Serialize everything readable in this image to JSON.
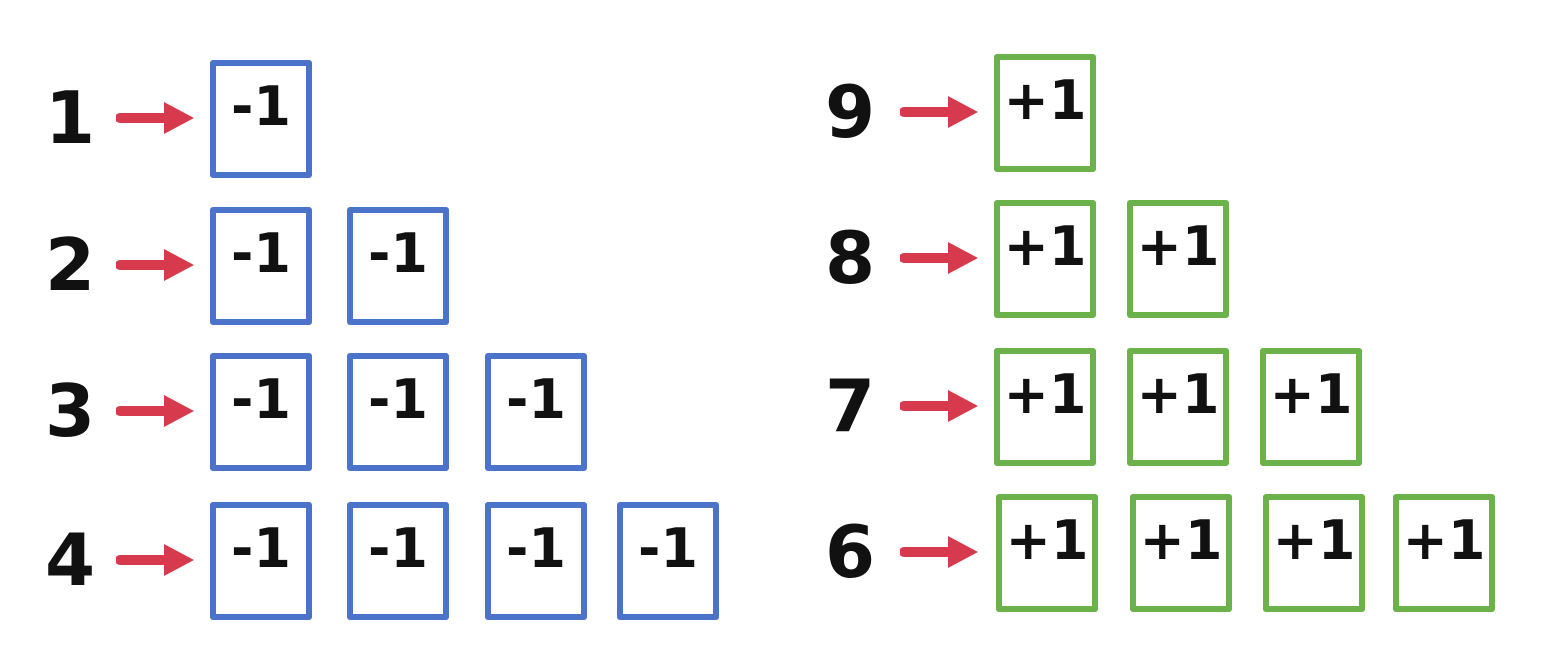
{
  "colors": {
    "negative_box": "#4a73c9",
    "positive_box": "#6bb24a",
    "arrow": "#d63a4c",
    "text": "#111111"
  },
  "left_group": {
    "rows": [
      {
        "number": "1",
        "values": [
          "-1"
        ]
      },
      {
        "number": "2",
        "values": [
          "-1",
          "-1"
        ]
      },
      {
        "number": "3",
        "values": [
          "-1",
          "-1",
          "-1"
        ]
      },
      {
        "number": "4",
        "values": [
          "-1",
          "-1",
          "-1",
          "-1"
        ]
      }
    ]
  },
  "right_group": {
    "rows": [
      {
        "number": "9",
        "values": [
          "+1"
        ]
      },
      {
        "number": "8",
        "values": [
          "+1",
          "+1"
        ]
      },
      {
        "number": "7",
        "values": [
          "+1",
          "+1",
          "+1"
        ]
      },
      {
        "number": "6",
        "values": [
          "+1",
          "+1",
          "+1",
          "+1"
        ]
      }
    ]
  }
}
